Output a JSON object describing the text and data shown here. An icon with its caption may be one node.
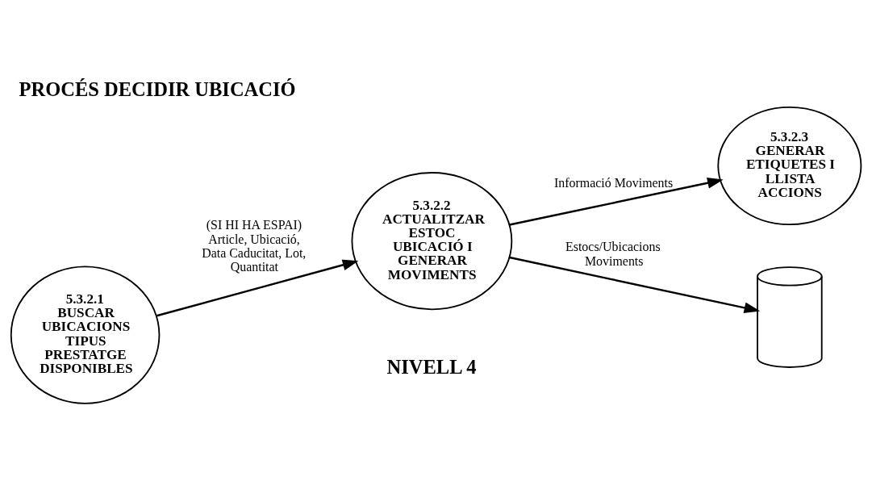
{
  "diagram": {
    "title": "PROCÉS DECIDIR UBICACIÓ",
    "nodes": [
      {
        "text": [
          "5.3.2.1",
          "BUSCAR UBICACIONS TIPUS PRESTATGE DISPONIBLES"
        ]
      },
      {
        "text": [
          "5.3.2.2",
          "ACTUALITZAR ESTOC UBICACIÓ I GENERAR MOVIMENTS"
        ]
      },
      {
        "text": [
          "5.3.2.3",
          "GENERAR ETIQUETES I LLISTA ACCIONS"
        ]
      },
      {
        "text": [],
        "shape": "cylinder"
      }
    ],
    "edges": [
      {
        "from": 0,
        "to": 1,
        "arrow": "to",
        "label": "(SI HI HA ESPAI) Article, Ubicació, Data Caducitat, Lot, Quantitat"
      },
      {
        "from": 1,
        "to": 2,
        "arrow": "to",
        "label": "Informació Moviments"
      },
      {
        "from": 1,
        "to": 3,
        "arrow": "to",
        "label": "Estocs/Ubicacions Moviments"
      }
    ],
    "labels": [
      "NIVELL 4"
    ]
  }
}
